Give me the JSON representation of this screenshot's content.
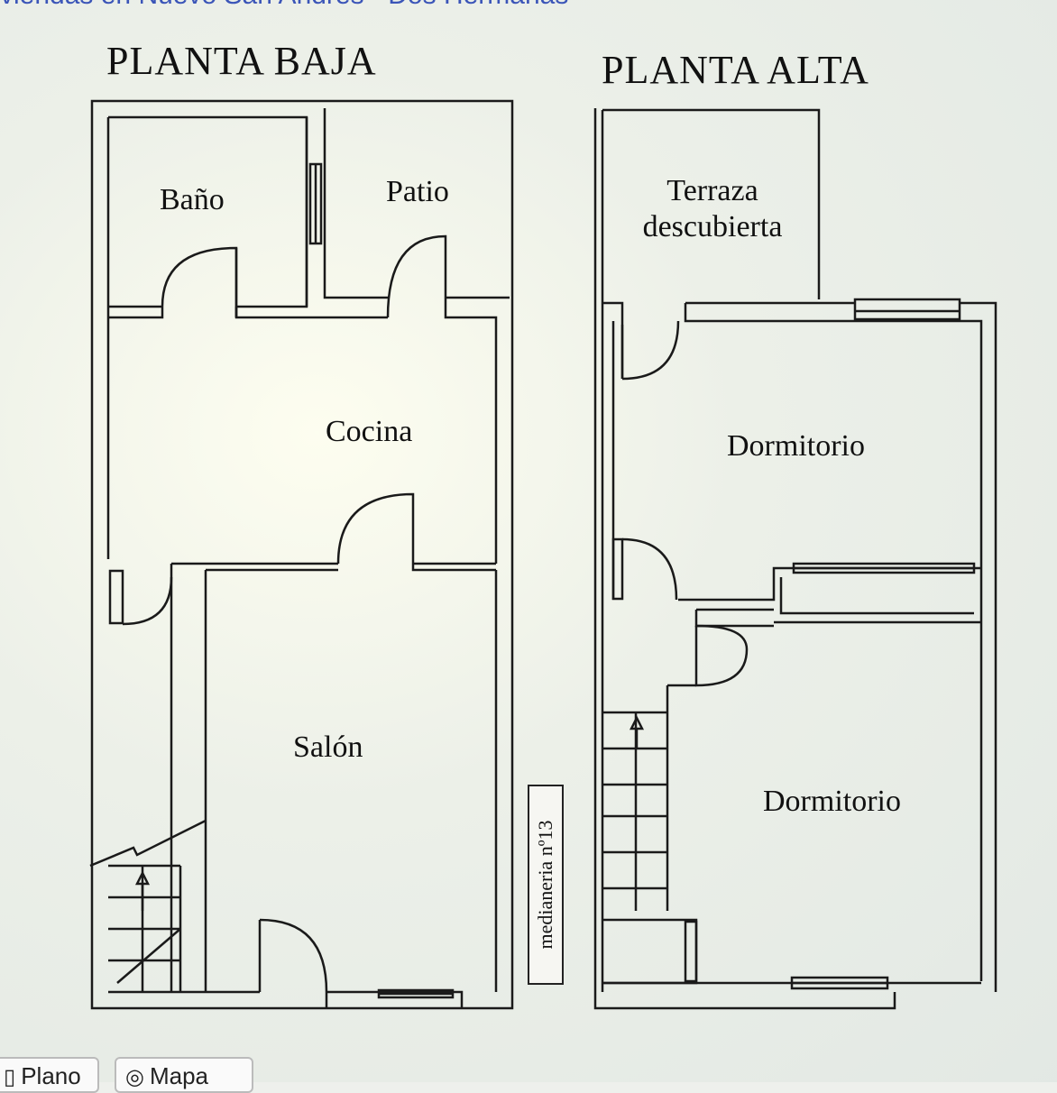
{
  "page": {
    "title": "viendas en Nuevo San Andrés - Dos Hermanas"
  },
  "plans": {
    "planta_baja": {
      "heading": "PLANTA BAJA",
      "rooms": {
        "bano": "Baño",
        "patio": "Patio",
        "cocina": "Cocina",
        "salon": "Salón"
      }
    },
    "planta_alta": {
      "heading": "PLANTA ALTA",
      "rooms": {
        "terraza_line1": "Terraza",
        "terraza_line2": "descubierta",
        "dormitorio_1": "Dormitorio",
        "dormitorio_2": "Dormitorio"
      }
    },
    "medianera_label": "medianeria nº13"
  },
  "tabs": [
    {
      "label": "Plano",
      "icon": "plan-icon"
    },
    {
      "label": "Mapa",
      "icon": "map-pin-icon"
    }
  ],
  "colors": {
    "title_link": "#3b55b8",
    "walls": "#1a1a1a"
  }
}
